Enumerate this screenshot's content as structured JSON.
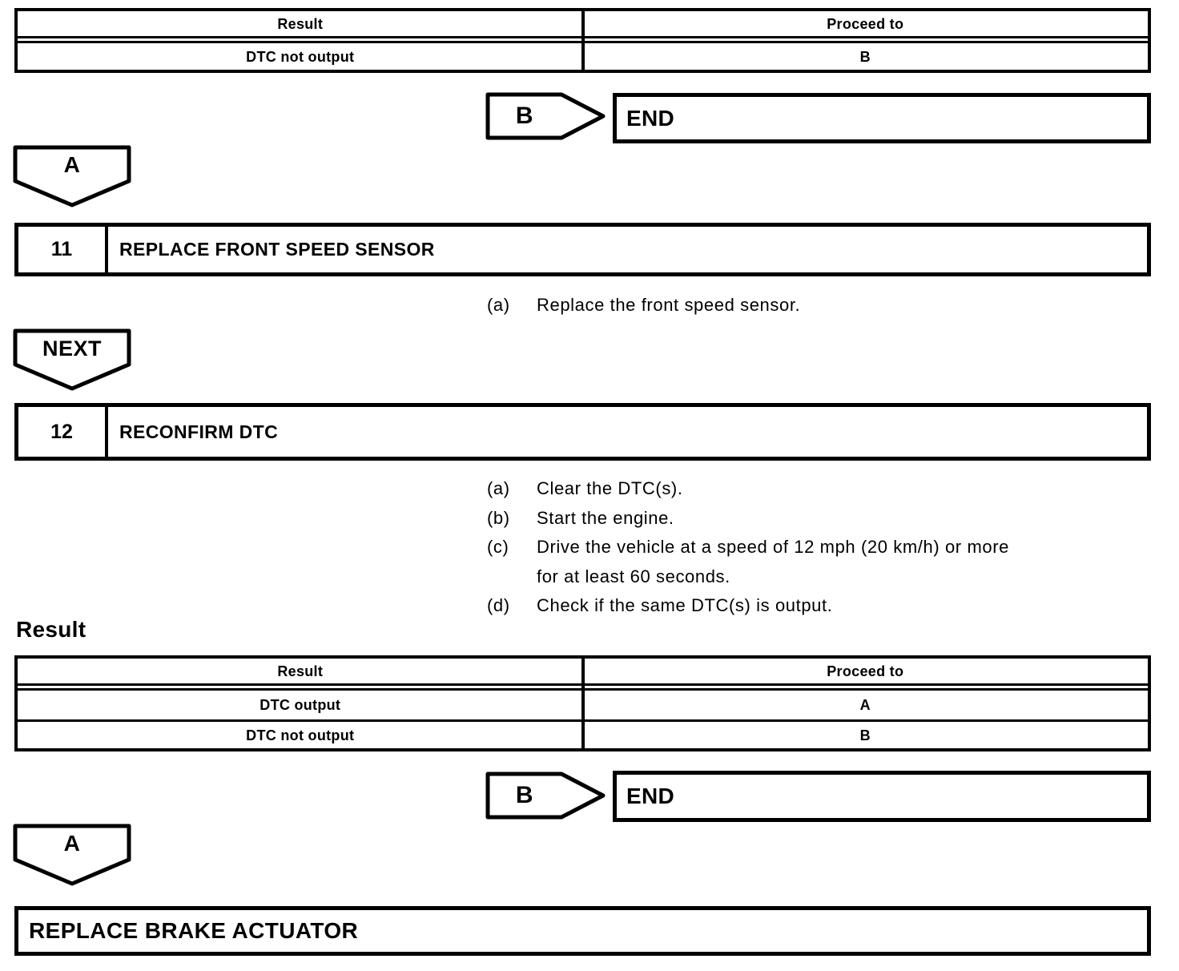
{
  "colors": {
    "ink": "#000000",
    "paper": "#ffffff"
  },
  "table1": {
    "headers": [
      "Result",
      "Proceed to"
    ],
    "rows": [
      [
        "DTC not output",
        "B"
      ]
    ]
  },
  "flow1": {
    "connector_label": "B",
    "end_label": "END"
  },
  "connector_a1": {
    "label": "A"
  },
  "step11": {
    "number": "11",
    "title": "REPLACE FRONT SPEED SENSOR",
    "items": [
      {
        "label": "(a)",
        "lines": [
          "Replace the front speed sensor."
        ]
      }
    ]
  },
  "connector_next": {
    "label": "NEXT"
  },
  "step12": {
    "number": "12",
    "title": "RECONFIRM DTC",
    "items": [
      {
        "label": "(a)",
        "lines": [
          "Clear the DTC(s)."
        ]
      },
      {
        "label": "(b)",
        "lines": [
          "Start the engine."
        ]
      },
      {
        "label": "(c)",
        "lines": [
          "Drive the vehicle at a speed of 12 mph (20 km/h) or more",
          "for at least 60 seconds."
        ]
      },
      {
        "label": "(d)",
        "lines": [
          "Check if the same DTC(s) is output."
        ]
      }
    ]
  },
  "result_section": {
    "heading": "Result"
  },
  "table2": {
    "headers": [
      "Result",
      "Proceed to"
    ],
    "rows": [
      [
        "DTC output",
        "A"
      ],
      [
        "DTC not output",
        "B"
      ]
    ]
  },
  "flow2": {
    "connector_label": "B",
    "end_label": "END"
  },
  "connector_a2": {
    "label": "A"
  },
  "final_step": {
    "title": "REPLACE BRAKE ACTUATOR"
  }
}
